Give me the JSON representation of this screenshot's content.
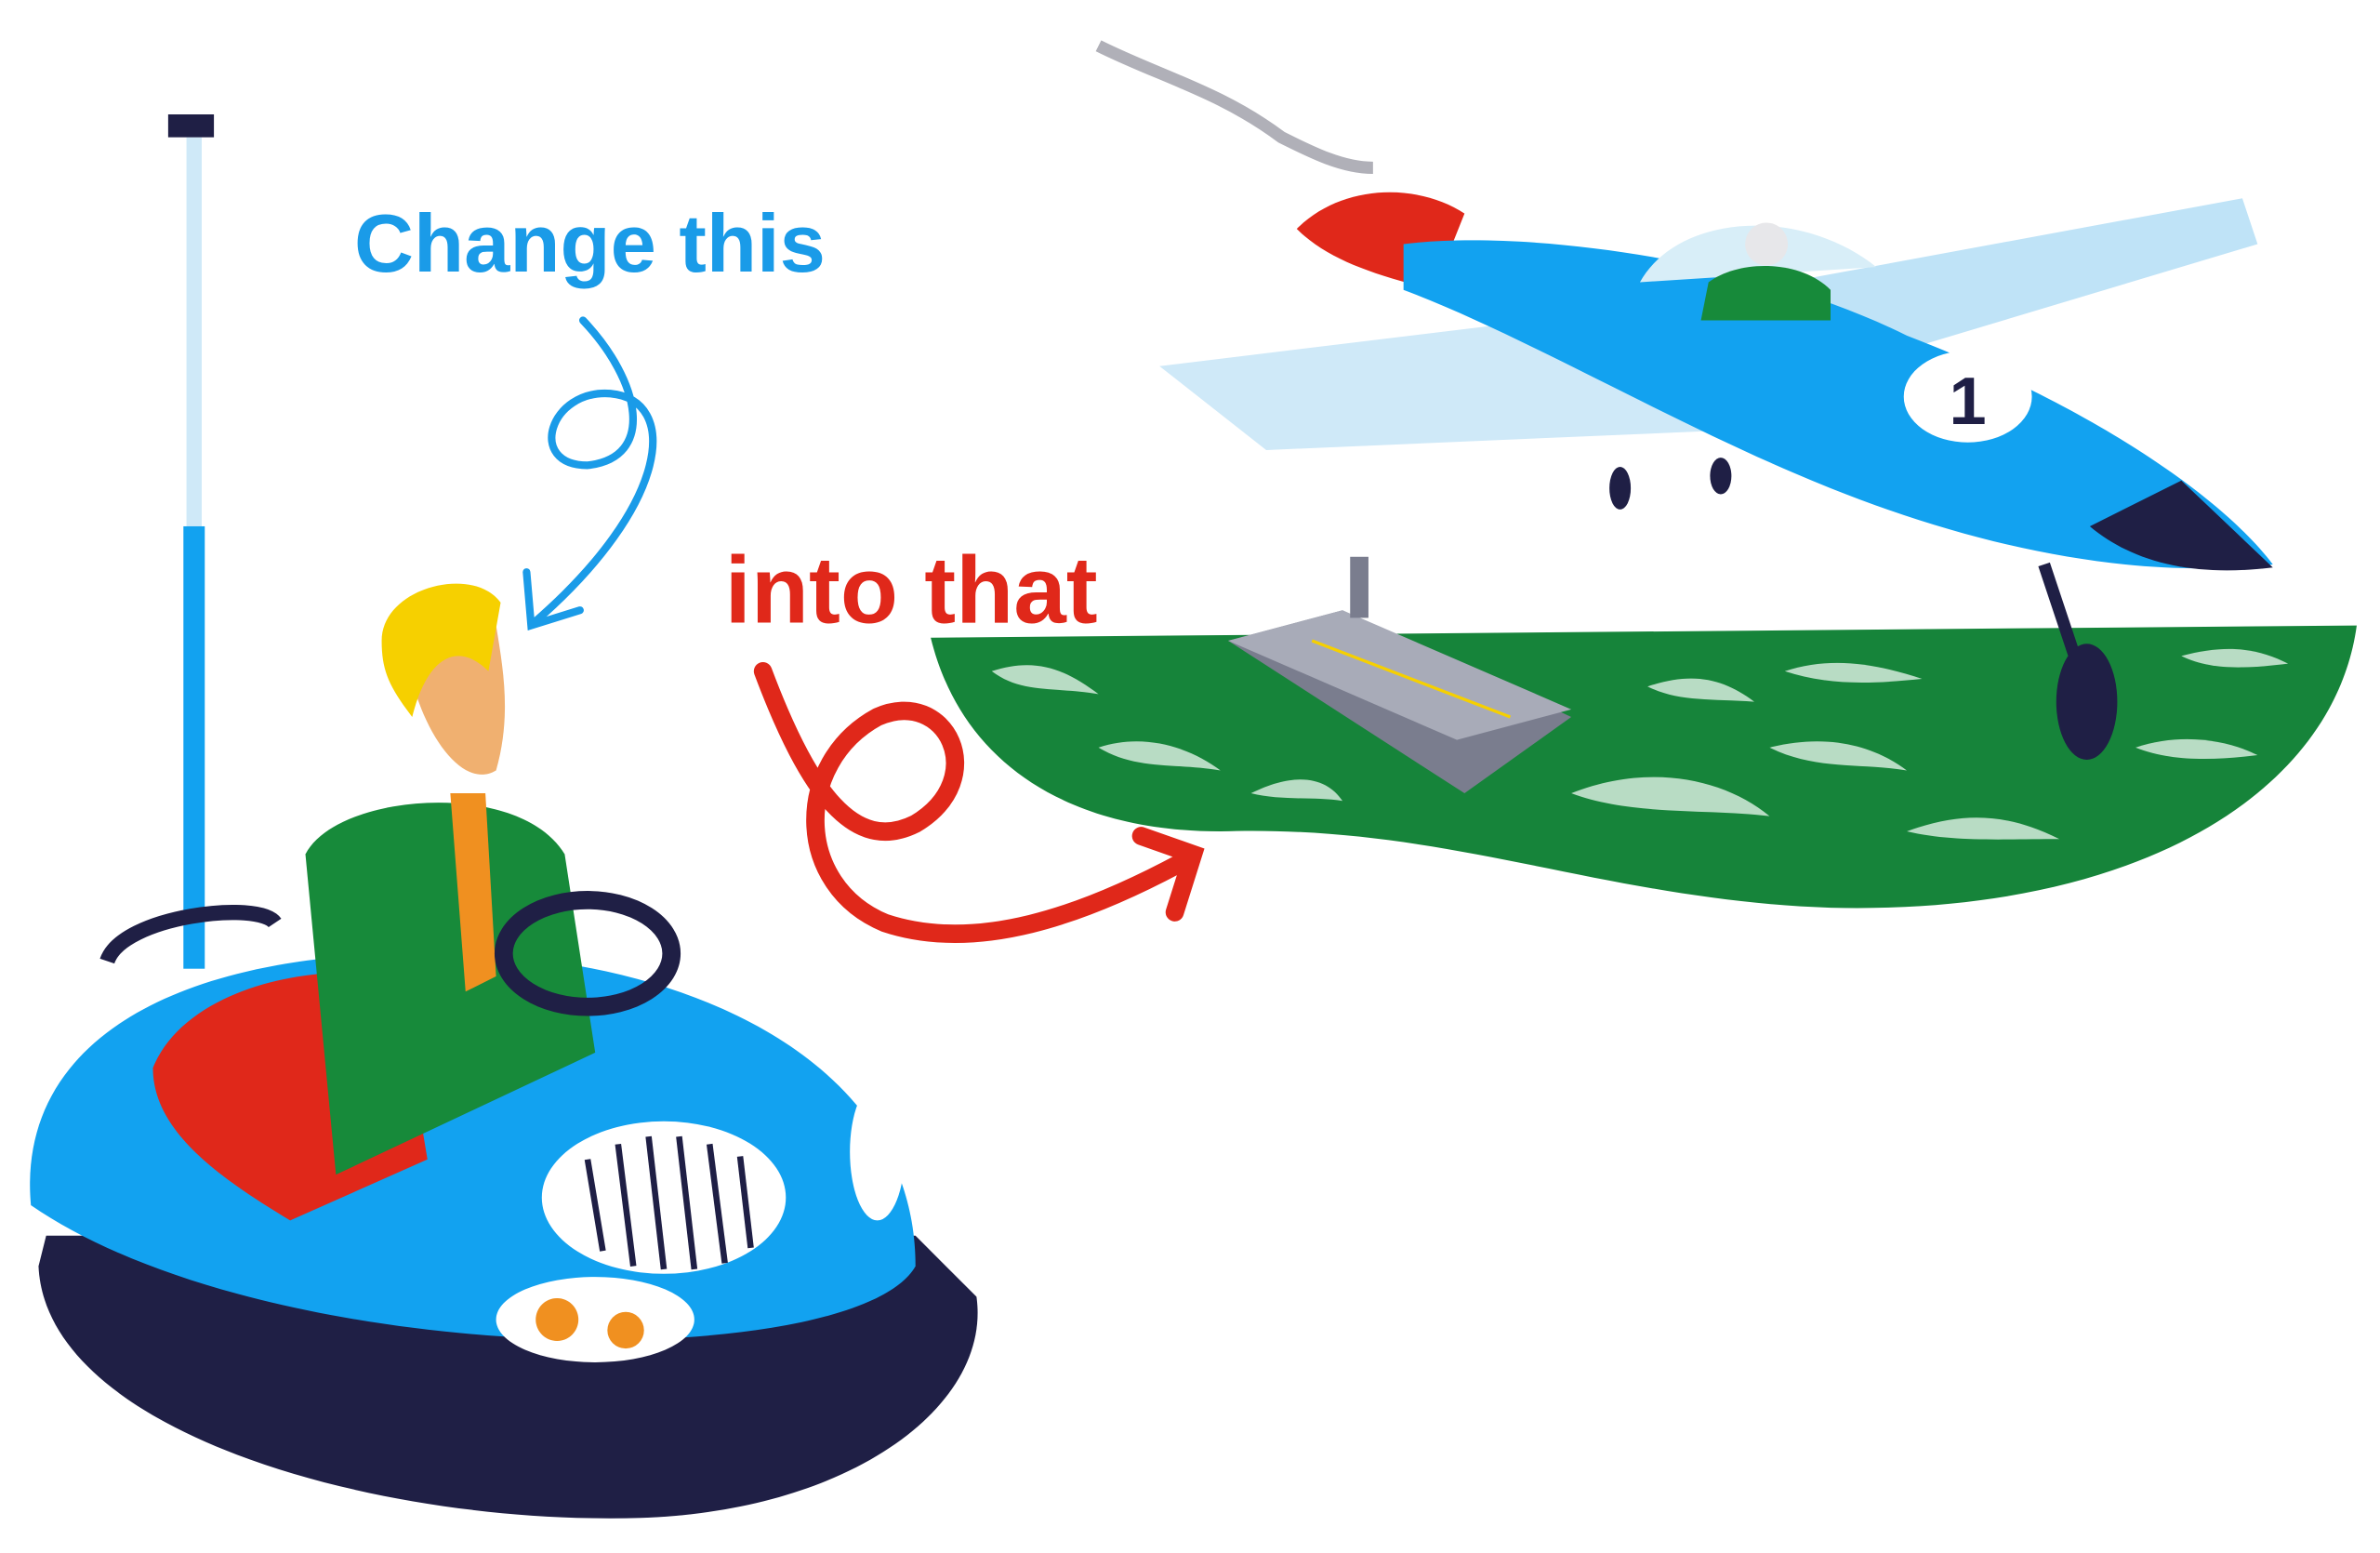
{
  "labels": {
    "change_this": "Change this",
    "into_that": "into that",
    "plane_number": "1"
  },
  "colors": {
    "blue_text": "#1a9be8",
    "red_text": "#e0281a",
    "car_blue": "#12a2f0",
    "navy": "#1f1f45",
    "sea_green": "#16843a",
    "suit_green": "#178a3a",
    "seat_red": "#e0281a",
    "plane_light": "#bfe3f7"
  }
}
